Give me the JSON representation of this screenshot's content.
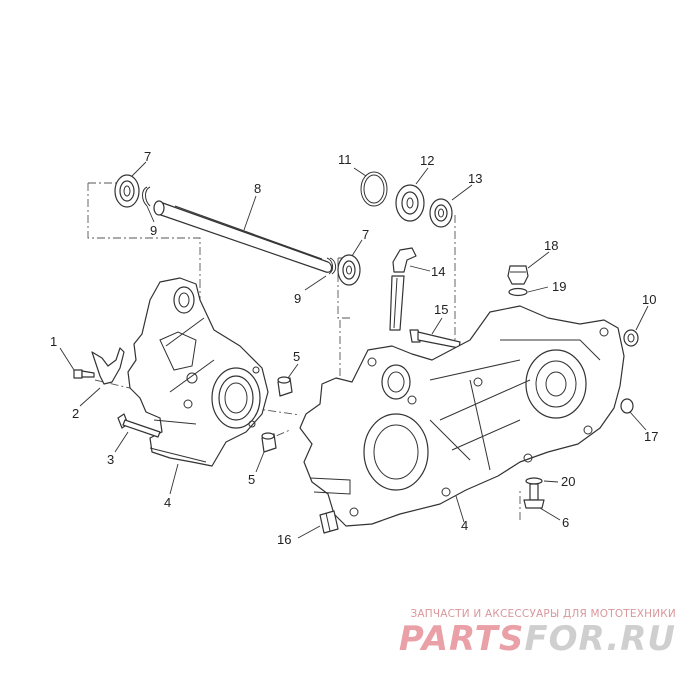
{
  "diagram": {
    "callouts": [
      "1",
      "2",
      "3",
      "4",
      "5",
      "6",
      "7",
      "8",
      "9",
      "10",
      "11",
      "12",
      "13",
      "14",
      "15",
      "16",
      "17",
      "18",
      "19",
      "20"
    ]
  },
  "watermark": {
    "tagline": "ЗАПЧАСТИ И АКСЕССУАРЫ ДЛЯ МОТОТЕХНИКИ",
    "brand_part1": "PARTS",
    "brand_part2": "FOR.RU",
    "color_part1": "#e9a0a6",
    "color_part2": "#cfcfcf"
  }
}
